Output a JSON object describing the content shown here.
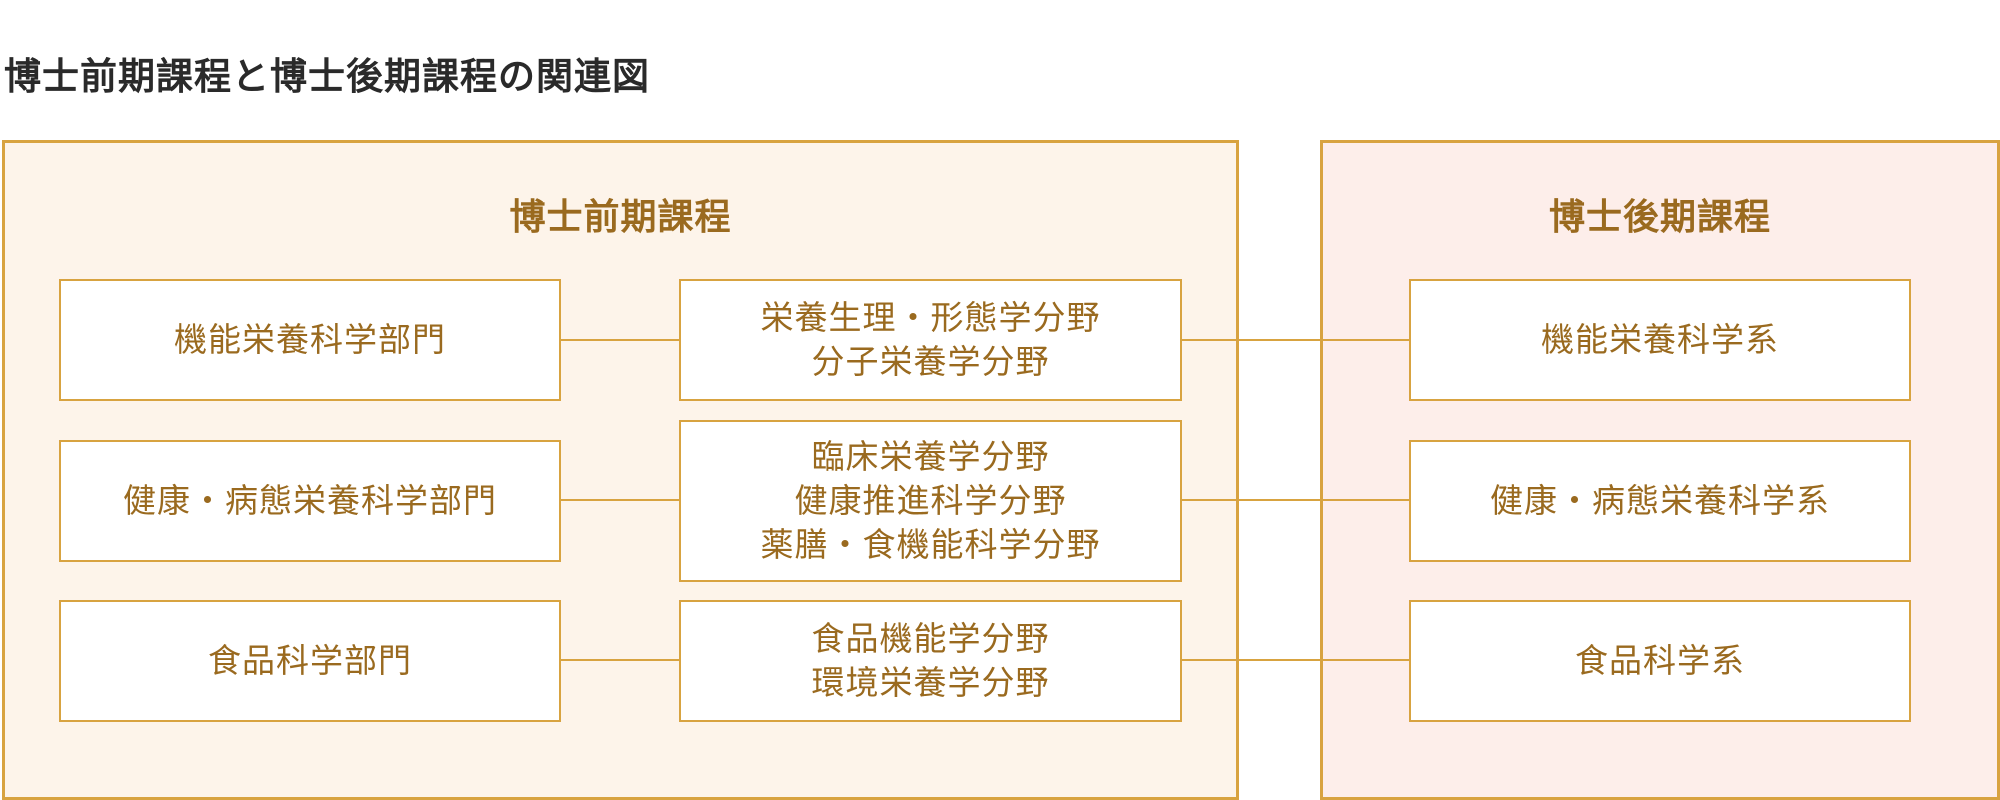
{
  "title": "博士前期課程と博士後期課程の関連図",
  "master": {
    "title": "博士前期課程",
    "departments": [
      "機能栄養科学部門",
      "健康・病態栄養科学部門",
      "食品科学部門"
    ],
    "fields": [
      "栄養生理・形態学分野\n分子栄養学分野",
      "臨床栄養学分野\n健康推進科学分野\n薬膳・食機能科学分野",
      "食品機能学分野\n環境栄養学分野"
    ]
  },
  "doctor": {
    "title": "博士後期課程",
    "systems": [
      "機能栄養科学系",
      "健康・病態栄養科学系",
      "食品科学系"
    ]
  },
  "colors": {
    "accent": "#d8a340",
    "text": "#9a6a1f",
    "master_bg": "#fdf4ea",
    "doctor_bg": "#fdeeea",
    "title_text": "#2a2a2a"
  }
}
